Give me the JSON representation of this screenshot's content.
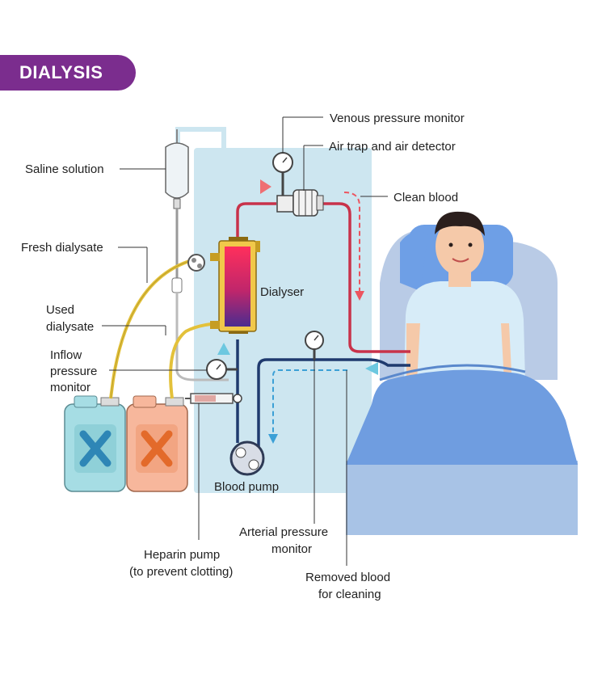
{
  "title": "DIALYSIS",
  "labels": {
    "venous_pressure_monitor": "Venous pressure monitor",
    "air_trap": "Air trap and air detector",
    "saline_solution": "Saline solution",
    "clean_blood": "Clean blood",
    "fresh_dialysate": "Fresh dialysate",
    "dialyser": "Dialyser",
    "used_dialysate_1": "Used",
    "used_dialysate_2": "dialysate",
    "inflow_1": "Inflow",
    "inflow_2": "pressure",
    "inflow_3": "monitor",
    "blood_pump": "Blood pump",
    "arterial_1": "Arterial pressure",
    "arterial_2": "monitor",
    "heparin_1": "Heparin pump",
    "heparin_2": "(to prevent clotting)",
    "removed_1": "Removed blood",
    "removed_2": "for cleaning"
  },
  "colors": {
    "brand": "#7b2d8e",
    "machine_panel": "#cde6f0",
    "clean_blood_line": "#c8324a",
    "removed_blood_line": "#1f3a6e",
    "fresh_dialysate_line": "#e3c13a",
    "bed": "#6f9de0",
    "fresh_canister": "#a6dde4",
    "used_canister": "#f7b79c"
  }
}
